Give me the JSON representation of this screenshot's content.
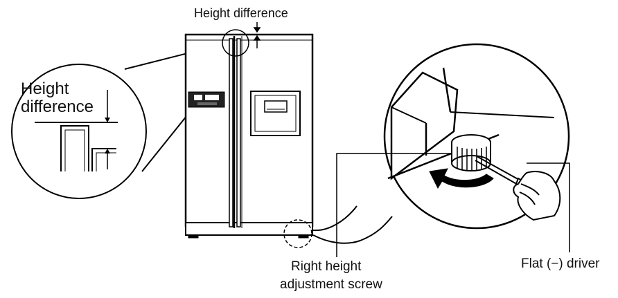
{
  "labels": {
    "height_difference_top": "Height difference",
    "height_difference_zoom_line1": "Height",
    "height_difference_zoom_line2": "difference",
    "screw_line1": "Right height",
    "screw_line2": "adjustment screw",
    "driver": "Flat (−) driver"
  }
}
